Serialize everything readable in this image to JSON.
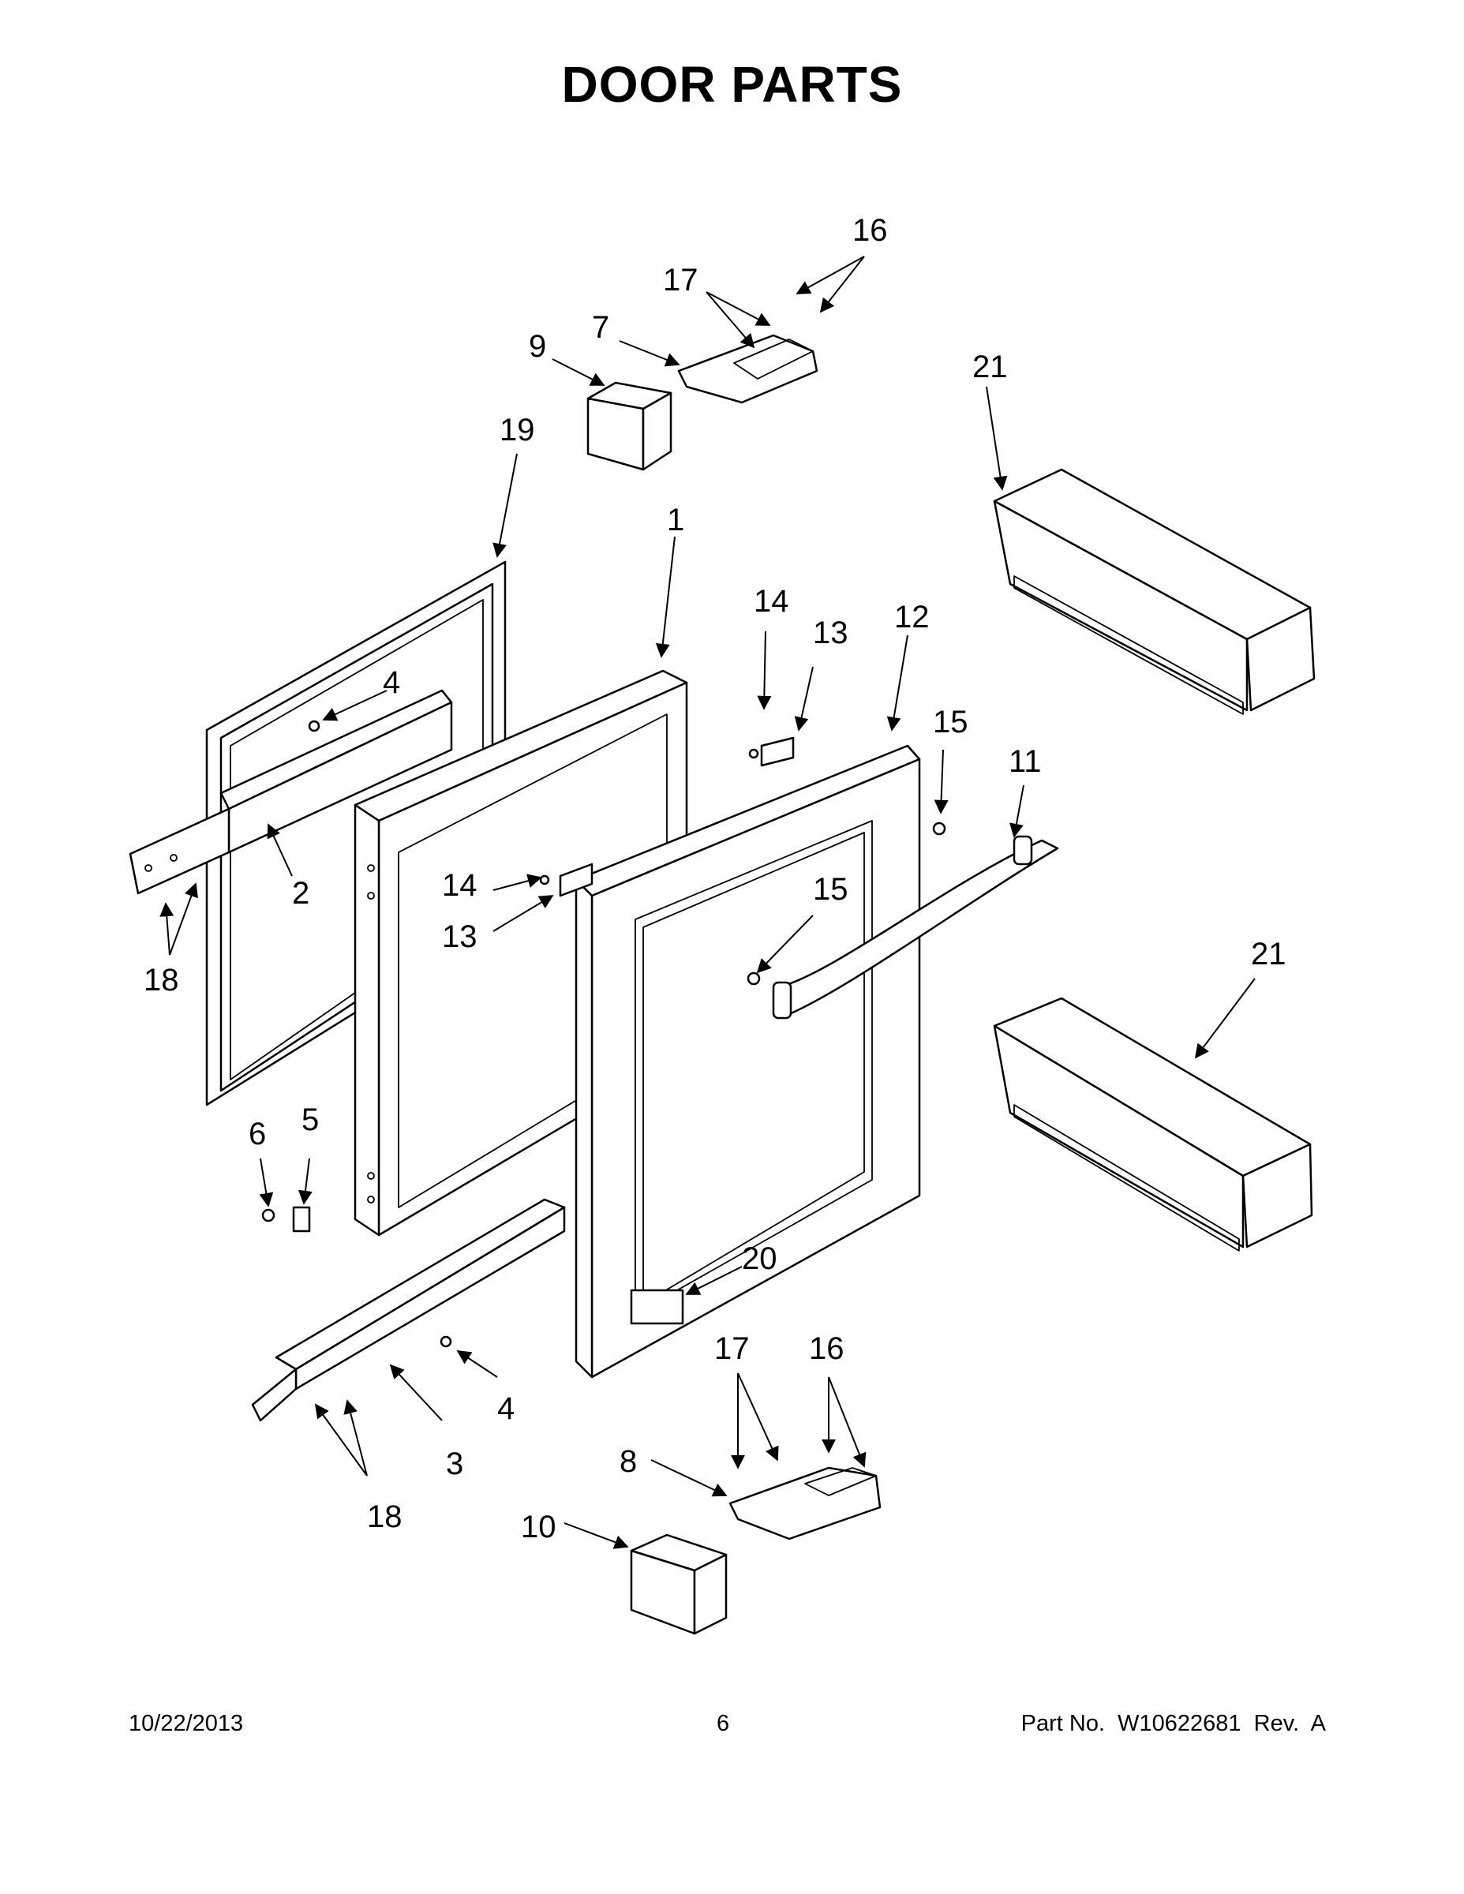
{
  "title": "DOOR PARTS",
  "footer": {
    "date": "10/22/2013",
    "page": "6",
    "part_no": "Part No.  W10622681  Rev.  A"
  },
  "callouts": {
    "c1": "1",
    "c2": "2",
    "c3": "3",
    "c4a": "4",
    "c4b": "4",
    "c5": "5",
    "c6": "6",
    "c7": "7",
    "c8": "8",
    "c9": "9",
    "c10": "10",
    "c11": "11",
    "c12": "12",
    "c13a": "13",
    "c13b": "13",
    "c14a": "14",
    "c14b": "14",
    "c15a": "15",
    "c15b": "15",
    "c16a": "16",
    "c16b": "16",
    "c17a": "17",
    "c17b": "17",
    "c18a": "18",
    "c18b": "18",
    "c19": "19",
    "c20": "20",
    "c21a": "21",
    "c21b": "21"
  }
}
